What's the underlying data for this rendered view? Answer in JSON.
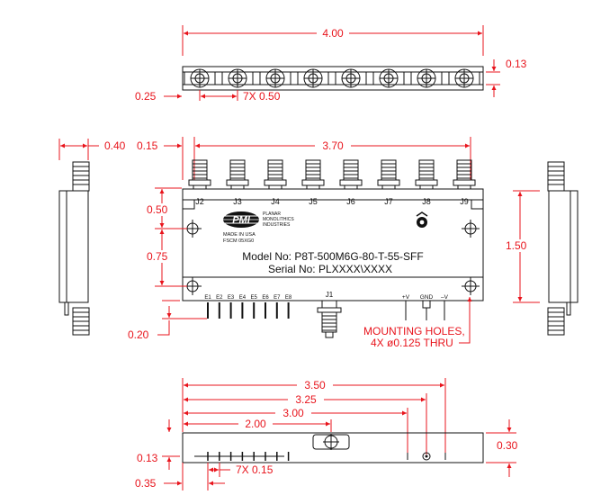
{
  "top_view": {
    "width_dim": "4.00",
    "height_dim": "0.13",
    "offset_dim": "0.25",
    "pitch_dim": "7X 0.50"
  },
  "front_view": {
    "connector_labels": [
      "J2",
      "J3",
      "J4",
      "J5",
      "J6",
      "J7",
      "J8",
      "J9"
    ],
    "span_dim": "3.70",
    "edge_dim": "0.15",
    "hole_top_dim": "0.50",
    "hole_spacing_dim": "0.75",
    "height_dim": "1.50",
    "pin_dim": "0.20",
    "logo_text": "PMI",
    "company_lines": [
      "PLANAR",
      "MONOLITHICS",
      "INDUSTRIES"
    ],
    "origin_lines": [
      "MADE IN USA",
      "FSCM 05XG0"
    ],
    "model_line": "Model No: P8T-500M6G-80-T-55-SFF",
    "serial_line": "Serial No: PLXXXX\\XXXX",
    "pin_labels": [
      "E1",
      "E2",
      "E3",
      "E4",
      "E5",
      "E6",
      "E7",
      "E8"
    ],
    "j1_label": "J1",
    "power_labels": [
      "+V",
      "GND",
      "–V"
    ],
    "mounting_note": [
      "MOUNTING HOLES,",
      "4X ø0.125 THRU"
    ]
  },
  "left_view": {
    "depth_dim": "0.40"
  },
  "bottom_view": {
    "dims": [
      "3.50",
      "3.25",
      "3.00",
      "2.00"
    ],
    "thickness_dim": "0.30",
    "edge_dim": "0.13",
    "offset_dim": "0.35",
    "pitch_dim": "7X 0.15"
  }
}
